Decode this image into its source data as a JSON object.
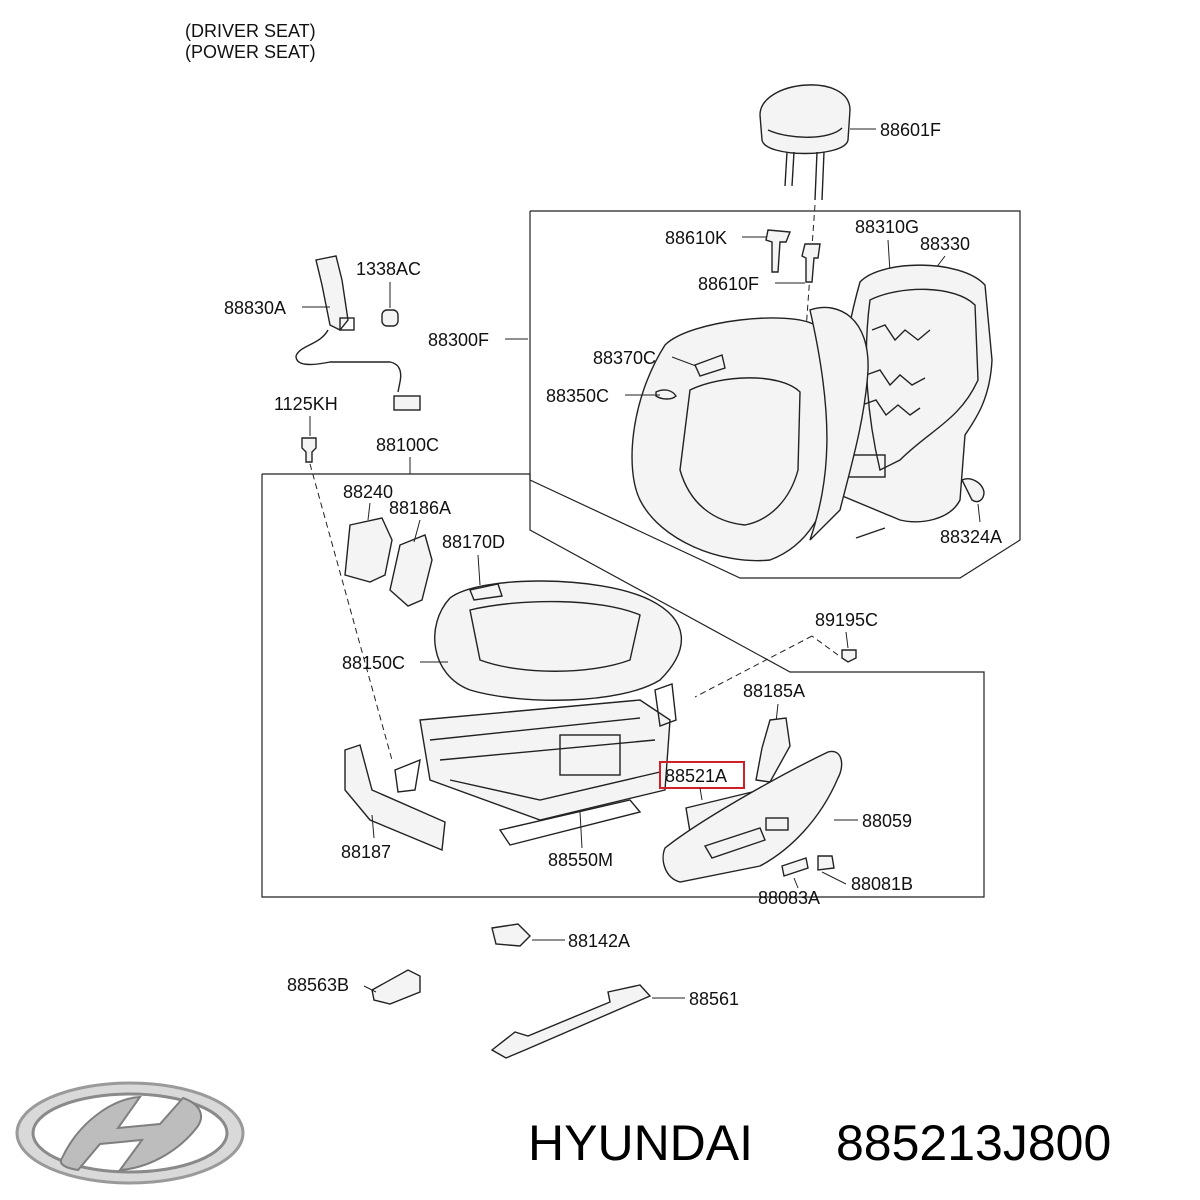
{
  "header": {
    "line1": "(DRIVER SEAT)",
    "line2": "(POWER SEAT)"
  },
  "labels": {
    "p88601F": "88601F",
    "p88610K": "88610K",
    "p88310G": "88310G",
    "p88330": "88330",
    "p88610F": "88610F",
    "p1338AC": "1338AC",
    "p88830A": "88830A",
    "p88300F": "88300F",
    "p88370C": "88370C",
    "p88350C": "88350C",
    "p1125KH": "1125KH",
    "p88100C": "88100C",
    "p88240": "88240",
    "p88186A": "88186A",
    "p88170D": "88170D",
    "p88324A": "88324A",
    "p89195C": "89195C",
    "p88150C": "88150C",
    "p88185A": "88185A",
    "p88521A": "88521A",
    "p88059": "88059",
    "p88187": "88187",
    "p88550M": "88550M",
    "p88081B": "88081B",
    "p88083A": "88083A",
    "p88142A": "88142A",
    "p88563B": "88563B",
    "p88561": "88561"
  },
  "highlight": {
    "part": "88521A",
    "color": "#d0202a"
  },
  "footer": {
    "brand": "HYUNDAI",
    "part_number": "885213J800",
    "logo_icon": "hyundai-logo-icon"
  }
}
